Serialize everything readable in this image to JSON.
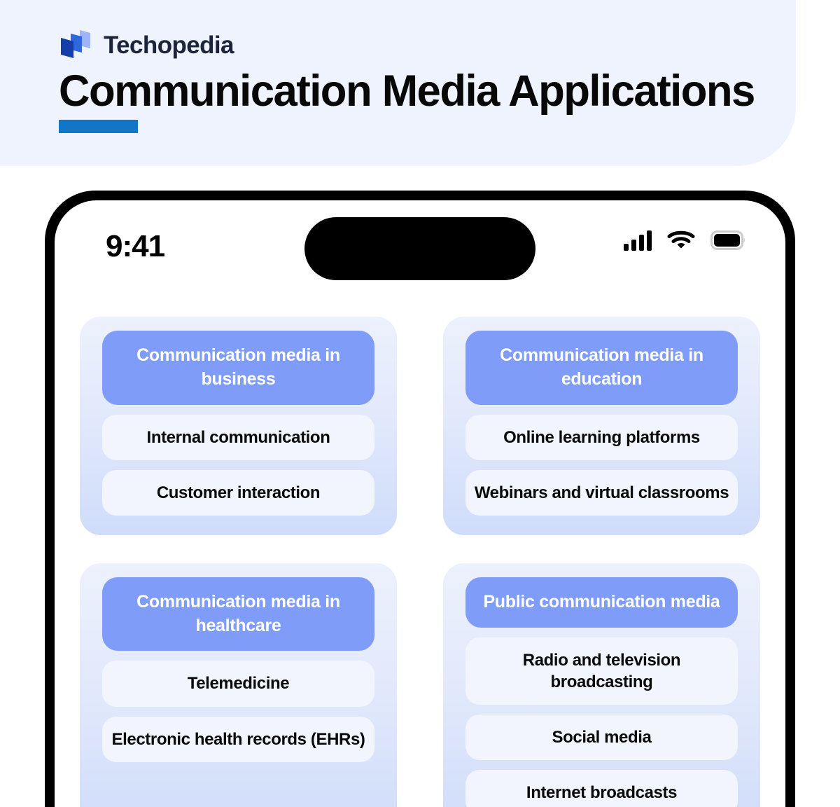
{
  "header": {
    "brand_name": "Techopedia",
    "logo_icon": "techopedia-logo-icon",
    "title": "Communication Media Applications",
    "accent_color": "#1176c5"
  },
  "phone": {
    "status_bar": {
      "time": "9:41",
      "signal_icon": "cellular-signal-icon",
      "wifi_icon": "wifi-icon",
      "battery_icon": "battery-full-icon"
    }
  },
  "theme": {
    "header_band_bg": "#eff3fe",
    "card_header_bg": "#7f9cf8",
    "card_item_bg": "#f2f5fd",
    "card_bg_top": "#edf1fd",
    "card_bg_bottom": "#cfdcfa"
  },
  "cards": [
    {
      "header": "Communication media in business",
      "items": [
        "Internal communication",
        "Customer interaction"
      ]
    },
    {
      "header": "Communication media in education",
      "items": [
        "Online learning platforms",
        "Webinars and virtual classrooms"
      ]
    },
    {
      "header": "Communication media in healthcare",
      "items": [
        "Telemedicine",
        "Electronic health records (EHRs)"
      ]
    },
    {
      "header": "Public communication media",
      "items": [
        "Radio and television broadcasting",
        "Social media",
        "Internet broadcasts"
      ]
    }
  ]
}
